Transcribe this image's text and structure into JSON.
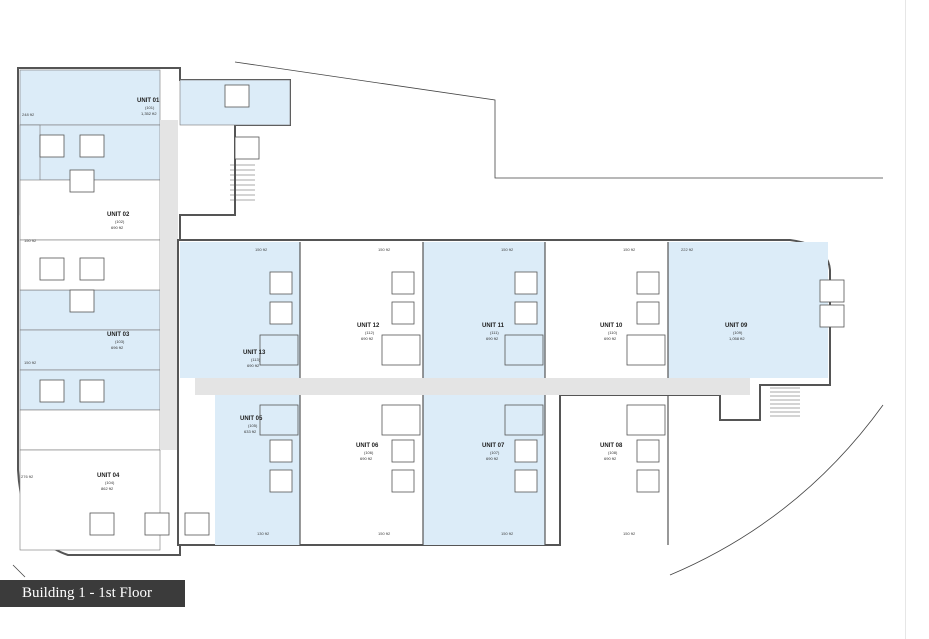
{
  "caption": "Building 1 - 1st Floor",
  "colors": {
    "unit_fill": "#dcecf8",
    "wall": "#555555",
    "corridor": "#e4e4e4",
    "caption_bg": "#3b3b3b"
  },
  "units": [
    {
      "name": "UNIT 01",
      "number": "(101)",
      "area": "1,352 ft2"
    },
    {
      "name": "UNIT 02",
      "number": "(102)",
      "area": "690 ft2"
    },
    {
      "name": "UNIT 03",
      "number": "(103)",
      "area": "696 ft2"
    },
    {
      "name": "UNIT 04",
      "number": "(104)",
      "area": "862 ft2"
    },
    {
      "name": "UNIT 05",
      "number": "(105)",
      "area": "633 ft2"
    },
    {
      "name": "UNIT 06",
      "number": "(106)",
      "area": "690 ft2"
    },
    {
      "name": "UNIT 07",
      "number": "(107)",
      "area": "690 ft2"
    },
    {
      "name": "UNIT 08",
      "number": "(108)",
      "area": "690 ft2"
    },
    {
      "name": "UNIT 09",
      "number": "(109)",
      "area": "1,058 ft2"
    },
    {
      "name": "UNIT 10",
      "number": "(110)",
      "area": "690 ft2"
    },
    {
      "name": "UNIT 11",
      "number": "(111)",
      "area": "690 ft2"
    },
    {
      "name": "UNIT 12",
      "number": "(112)",
      "area": "690 ft2"
    },
    {
      "name": "UNIT 13",
      "number": "(113)",
      "area": "690 ft2"
    }
  ],
  "balconies": [
    "248 ft2",
    "150 ft2",
    "150 ft2",
    "276 ft2",
    "150 ft2",
    "150 ft2",
    "150 ft2",
    "150 ft2",
    "222 ft2",
    "130 ft2",
    "150 ft2",
    "150 ft2",
    "150 ft2"
  ]
}
